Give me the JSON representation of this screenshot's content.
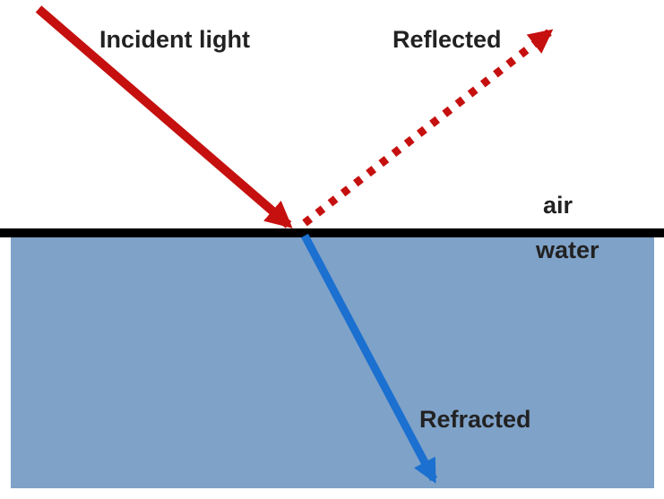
{
  "labels": {
    "incident": "Incident light",
    "reflected": "Reflected",
    "refracted": "Refracted",
    "medium_top": "air",
    "medium_bottom": "water"
  },
  "colors": {
    "incident_red": "#c5100f",
    "refracted_blue": "#1b70d0",
    "water_fill": "#7fa2c8",
    "interface_black": "#000000",
    "label_text": "#222222",
    "background": "#ffffff"
  }
}
